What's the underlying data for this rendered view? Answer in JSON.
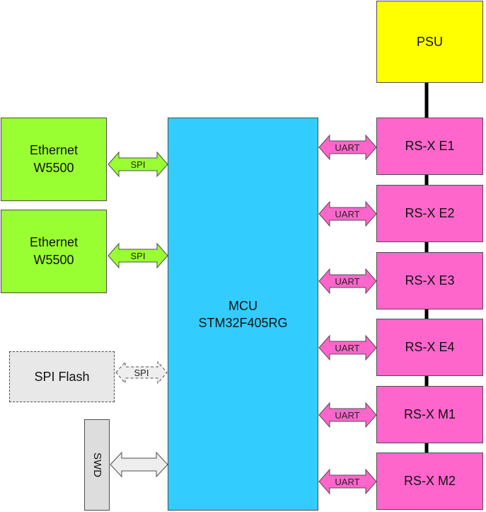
{
  "colors": {
    "psu": "#ffff00",
    "mcu": "#33ccff",
    "ethernet": "#99ff33",
    "flash": "#e8e8e8",
    "swd": "#dddddd",
    "rsx": "#ff66cc",
    "bus": "#000000"
  },
  "psu": {
    "label": "PSU"
  },
  "mcu": {
    "line1": "MCU",
    "line2": "STM32F405RG"
  },
  "ethernet": [
    {
      "line1": "Ethernet",
      "line2": "W5500"
    },
    {
      "line1": "Ethernet",
      "line2": "W5500"
    }
  ],
  "flash": {
    "label": "SPI Flash"
  },
  "swd": {
    "label": "SWD"
  },
  "spi_labels": [
    "SPI",
    "SPI",
    "SPI"
  ],
  "rsx": [
    {
      "label": "RS-X E1",
      "link": "UART"
    },
    {
      "label": "RS-X E2",
      "link": "UART"
    },
    {
      "label": "RS-X E3",
      "link": "UART"
    },
    {
      "label": "RS-X E4",
      "link": "UART"
    },
    {
      "label": "RS-X M1",
      "link": "UART"
    },
    {
      "label": "RS-X M2",
      "link": "UART"
    }
  ]
}
